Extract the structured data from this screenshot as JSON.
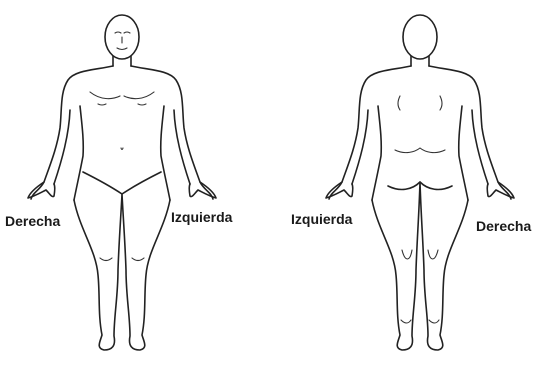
{
  "labels": {
    "front_right": "Derecha",
    "front_left": "Izquierda",
    "back_left": "Izquierda",
    "back_right": "Derecha"
  },
  "colors": {
    "line": "#222222",
    "text": "#1a1a1a",
    "background": "#ffffff"
  }
}
